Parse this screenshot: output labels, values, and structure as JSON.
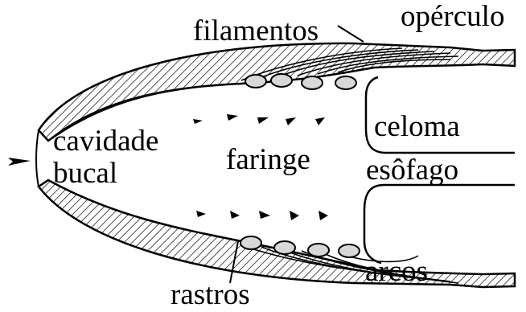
{
  "labels": {
    "filamentos": "filamentos",
    "operculo": "opérculo",
    "cavidade": "cavidade",
    "bucal": "bucal",
    "faringe": "faringe",
    "celoma": "celoma",
    "esofago": "esôfago",
    "arcos": "arcos",
    "rastros": "rastros"
  },
  "colors": {
    "ink": "#000000",
    "filament_fill": "#d8d8d8",
    "background": "#ffffff"
  }
}
